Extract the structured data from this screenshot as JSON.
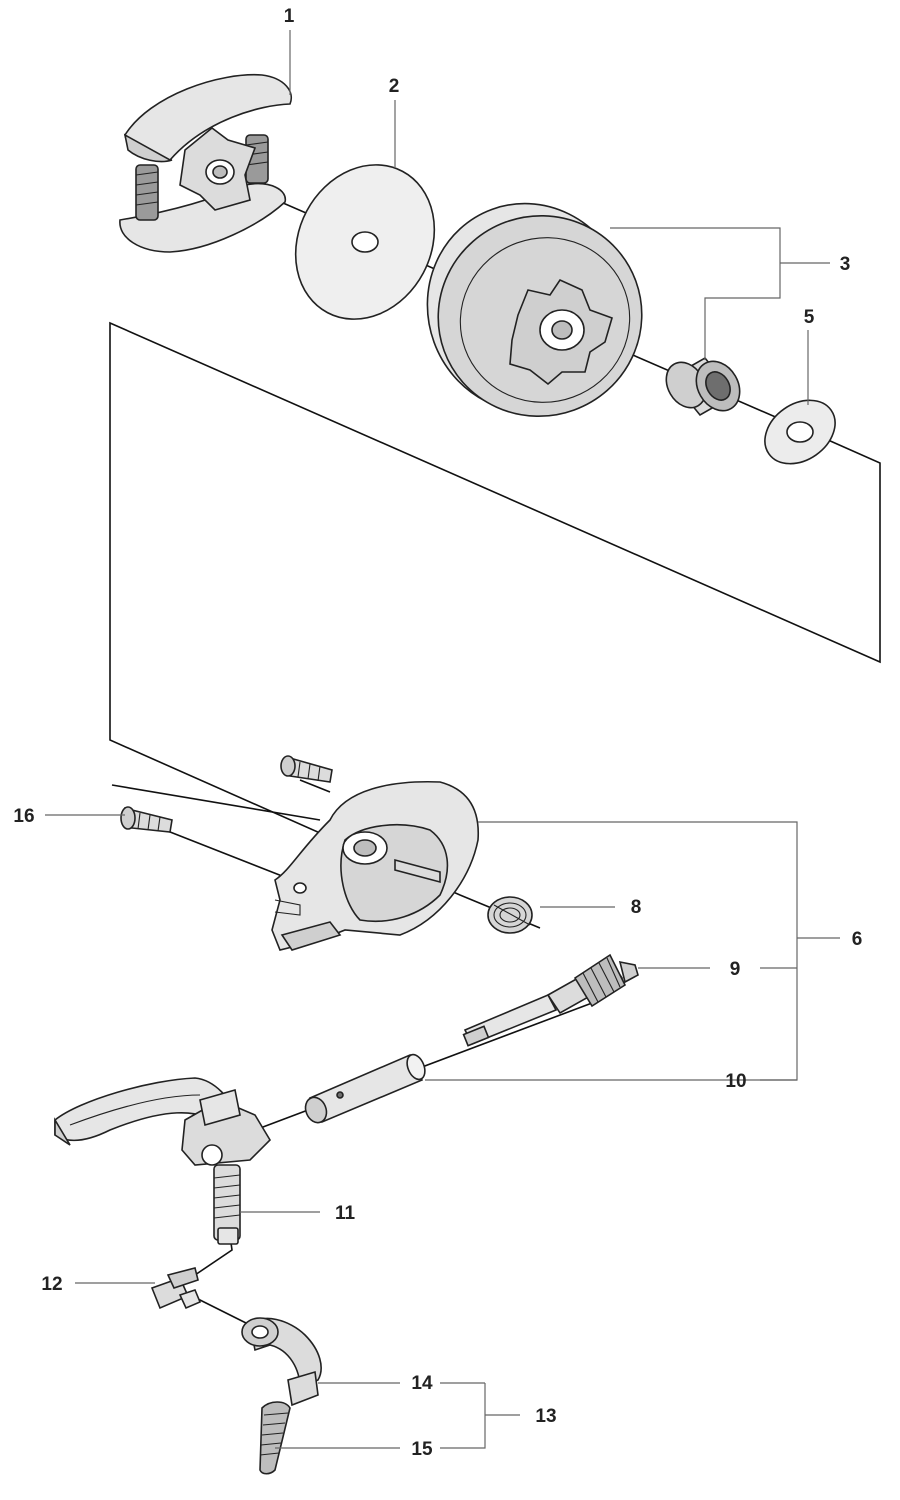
{
  "labels": {
    "p1": "1",
    "p2": "2",
    "p3": "3",
    "p5": "5",
    "p6": "6",
    "p8": "8",
    "p9": "9",
    "p10": "10",
    "p11": "11",
    "p12": "12",
    "p13": "13",
    "p14": "14",
    "p15": "15",
    "p16": "16"
  },
  "colors": {
    "part_fill": "#e6e6e6",
    "part_shade": "#bdbdbd",
    "line": "#222222",
    "leader": "#666666"
  }
}
